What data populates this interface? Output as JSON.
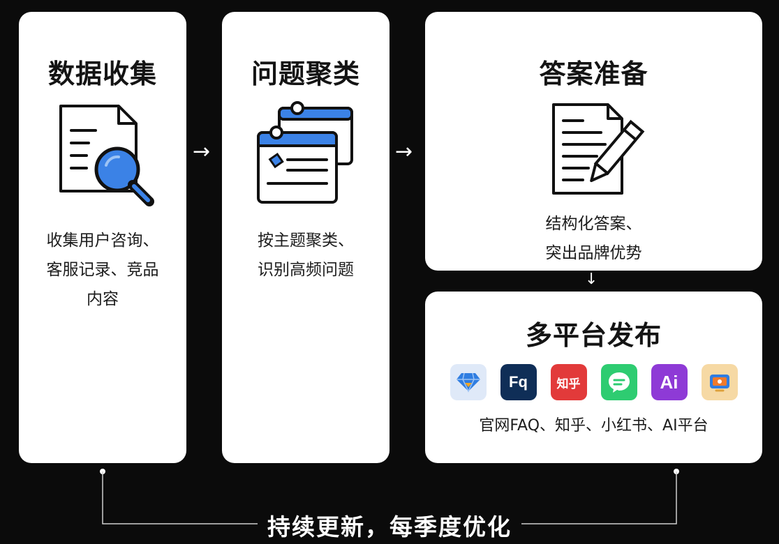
{
  "steps": [
    {
      "title": "数据收集",
      "desc_lines": [
        "收集用户咨询、",
        "客服记录、竞品",
        "内容"
      ]
    },
    {
      "title": "问题聚类",
      "desc_lines": [
        "按主题聚类、",
        "识别高频问题"
      ]
    },
    {
      "title": "答案准备",
      "desc_lines": [
        "结构化答案、",
        "突出品牌优势"
      ]
    },
    {
      "title": "多平台发布",
      "desc": "官网FAQ、知乎、小红书、AI平台",
      "platform_icons": [
        {
          "icon": "diamond-icon",
          "color": "#2f7de1"
        },
        {
          "icon": "fq-icon",
          "text": "Fq",
          "color": "#0f2e57"
        },
        {
          "icon": "zhihu-icon",
          "text": "知乎",
          "color": "#e23a3a"
        },
        {
          "icon": "chat-bubble-icon",
          "color": "#2ecc71"
        },
        {
          "icon": "ai-icon",
          "text": "Ai",
          "color": "#8e3ad6"
        },
        {
          "icon": "monitor-icon",
          "color": "#f6d9a4"
        }
      ]
    }
  ],
  "icons": {
    "collect": "document-search-icon",
    "cluster": "stacked-windows-icon",
    "answer": "document-pencil-icon"
  },
  "loop_label": "持续更新，每季度优化",
  "colors": {
    "background": "#0b0b0b",
    "card": "#ffffff",
    "accent_blue": "#3b82e6"
  }
}
